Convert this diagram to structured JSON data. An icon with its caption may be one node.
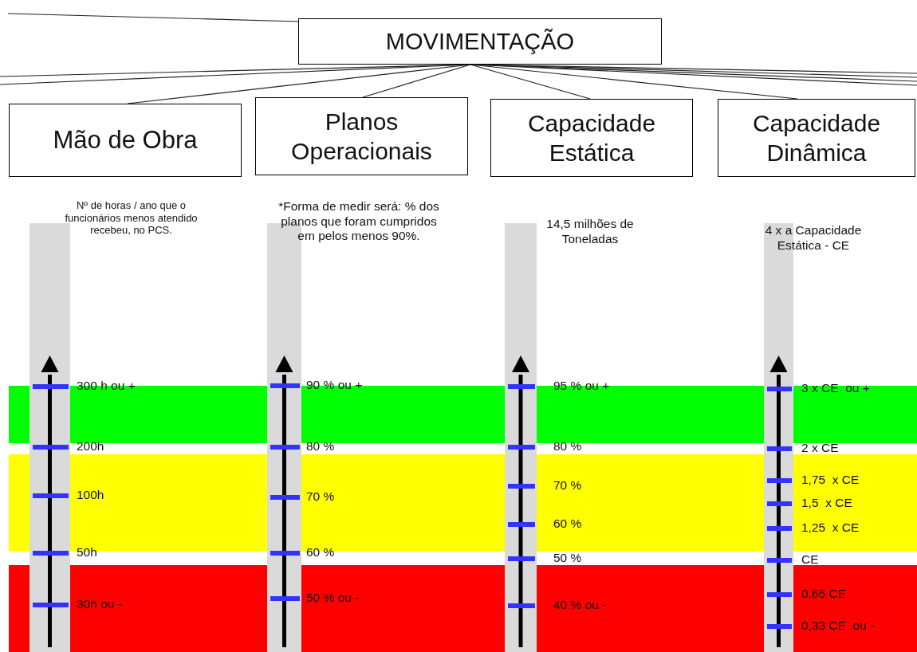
{
  "diagram": {
    "nodes": [
      {
        "text": [
          "MOVIMENTAÇÃO"
        ]
      },
      {
        "text": [
          "Mão de Obra"
        ],
        "beside": [
          "Nº de horas / ano que o funcionários menos atendido recebeu, no PCS."
        ]
      },
      {
        "text": [
          "Planos Operacionais"
        ],
        "beside": [
          "*Forma de medir será: % dos planos que foram cumpridos em pelos menos 90%."
        ]
      },
      {
        "text": [
          "Capacidade Estática"
        ],
        "beside": [
          "14,5 milhões de Toneladas"
        ]
      },
      {
        "text": [
          "Capacidade Dinâmica"
        ],
        "beside": [
          "4 x a Capacidade Estática - CE"
        ]
      }
    ],
    "edges": [
      {
        "from": null,
        "to": 0,
        "arrow": "none"
      },
      {
        "from": 0,
        "to": null,
        "arrow": "none"
      },
      {
        "from": 0,
        "to": null,
        "arrow": "none"
      },
      {
        "from": 0,
        "to": 1,
        "arrow": "none"
      },
      {
        "from": 0,
        "to": 2,
        "arrow": "none"
      },
      {
        "from": 0,
        "to": 3,
        "arrow": "none"
      },
      {
        "from": 0,
        "to": 4,
        "arrow": "none"
      },
      {
        "from": 0,
        "to": null,
        "arrow": "none"
      },
      {
        "from": 0,
        "to": null,
        "arrow": "none"
      },
      {
        "from": 0,
        "to": null,
        "arrow": "none"
      },
      {
        "from": 0,
        "to": null,
        "arrow": "none"
      }
    ],
    "labels": [
      "300 h ou +",
      "200h",
      "100h",
      "50h",
      "30h ou -",
      "90 % ou +",
      "80 %",
      "70 %",
      "60 %",
      "50 % ou -",
      "95 % ou +",
      "80 %",
      "70 %",
      "60 %",
      "50 %",
      "40 % ou -",
      "3 x CE  ou +",
      "2 x CE",
      "1,75  x CE",
      "1,5  x CE",
      "1,25  x CE",
      "CE",
      "0,66 CE",
      "0,33 CE  ou -"
    ]
  }
}
